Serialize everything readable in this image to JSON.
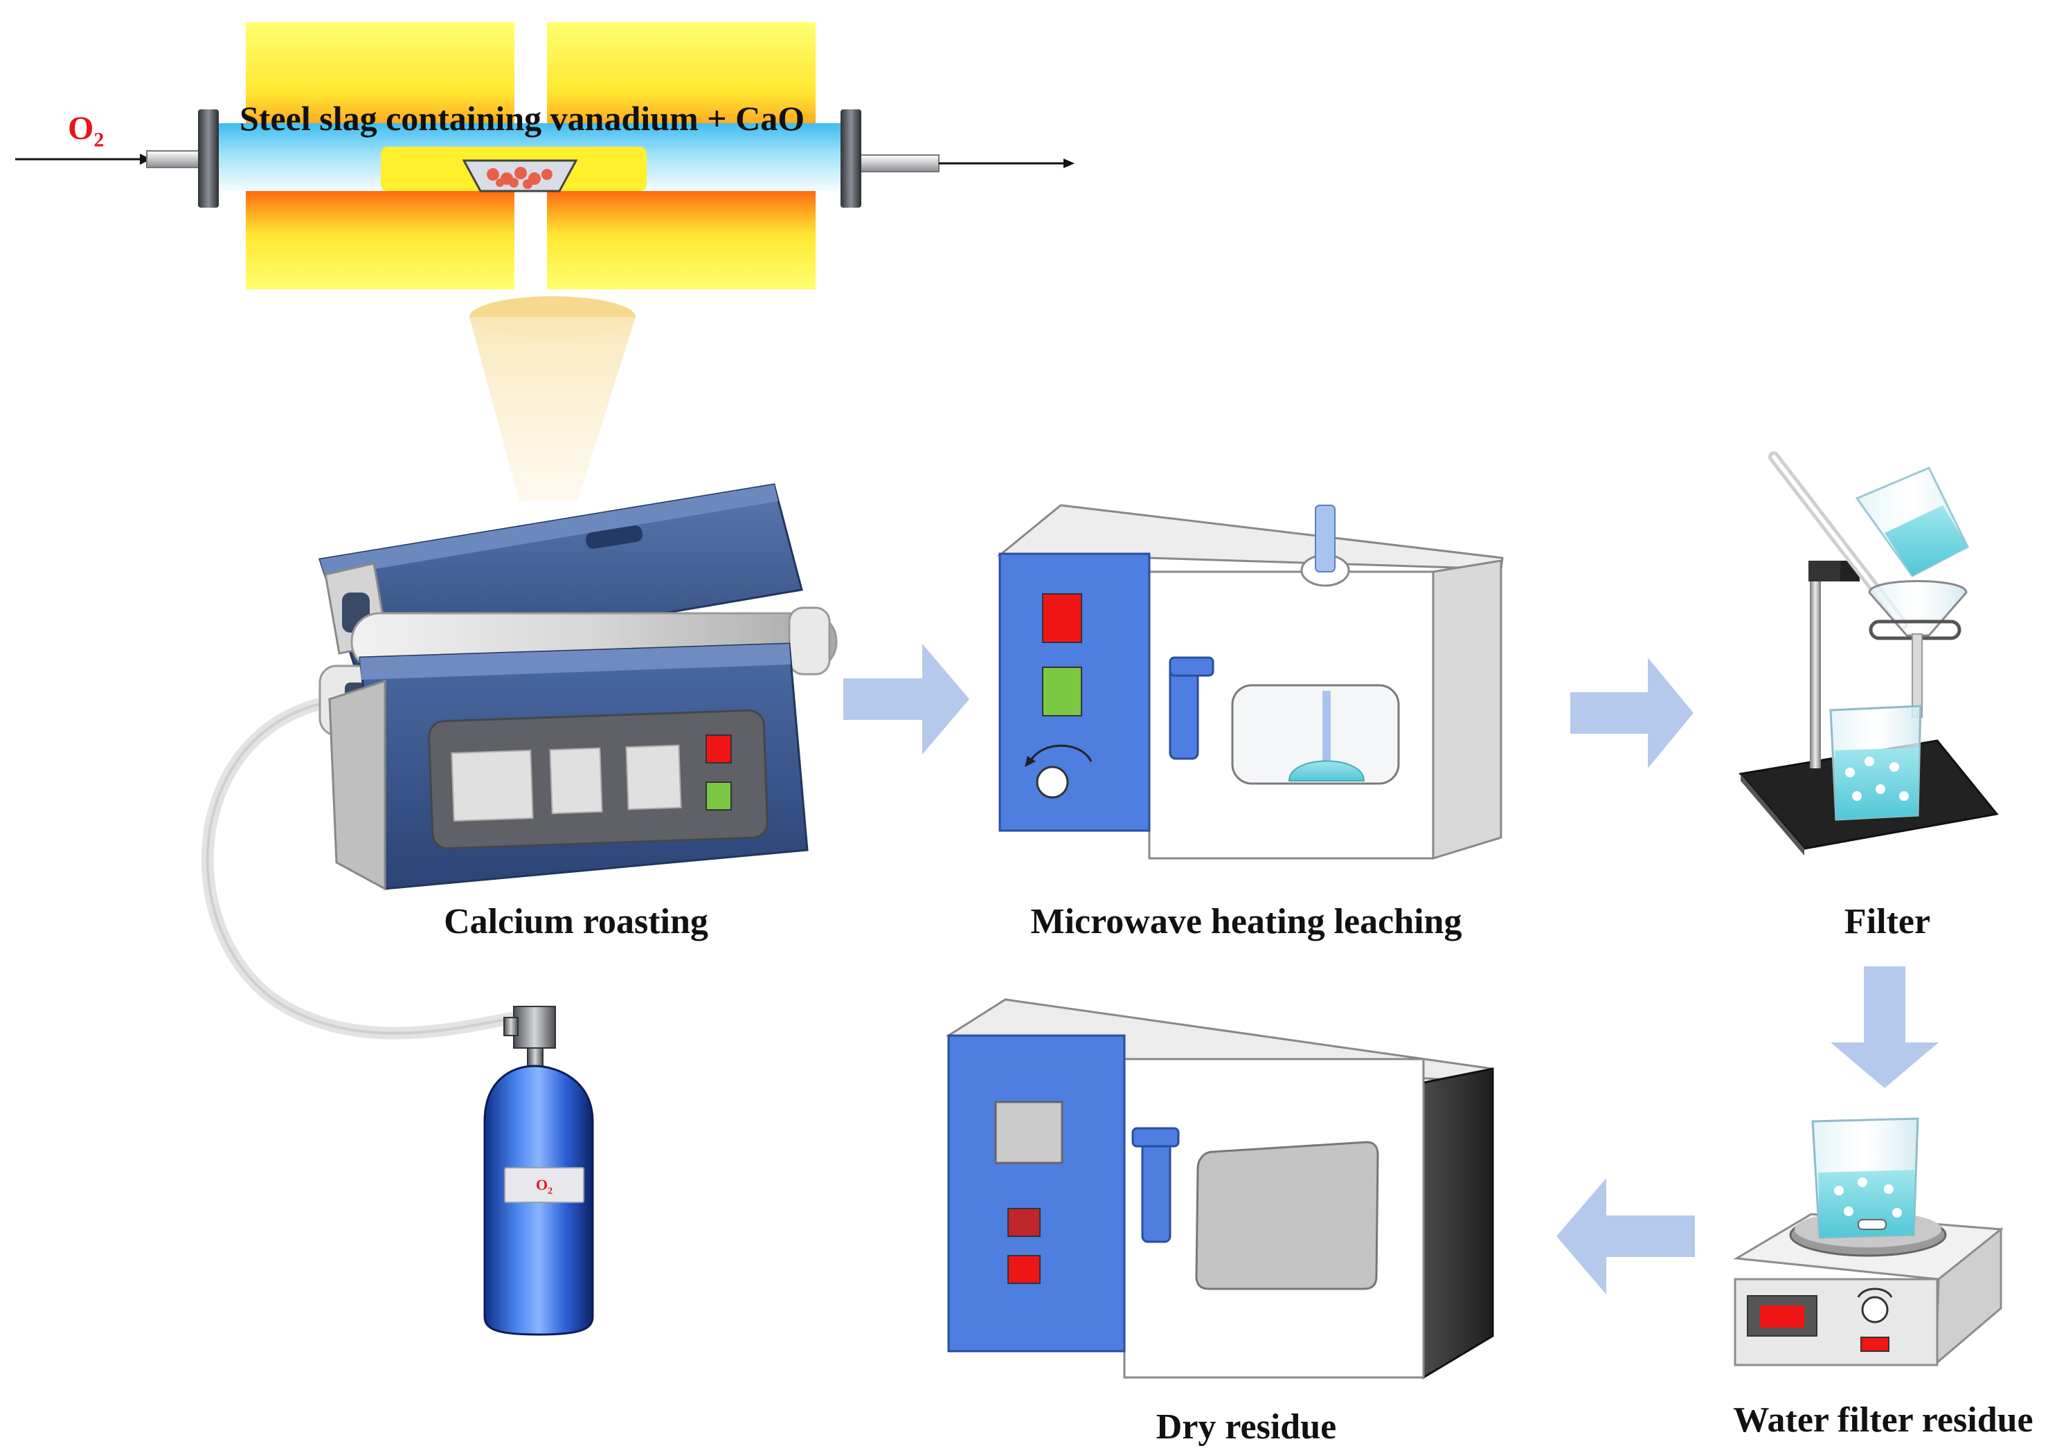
{
  "diagram": {
    "tube_furnace_title": "Steel slag containing vanadium + CaO",
    "oxygen_inlet_label": {
      "main": "O",
      "sub": "2"
    },
    "cylinder_tag": {
      "main": "O",
      "sub": "2"
    },
    "steps": {
      "calcium_roasting": "Calcium roasting",
      "microwave_leaching": "Microwave heating leaching",
      "filter": "Filter",
      "water_filter_residue": "Water filter residue",
      "dry_residue": "Dry residue"
    },
    "colors": {
      "furnace_body": "#3f5f94",
      "furnace_hot": "#ffff55",
      "furnace_edge": "#ff7a10",
      "tube_blue": "#5ec8f2",
      "flow_arrow": "#b5c9ec",
      "panel_blue": "#4d7ee0",
      "indicator_red": "#ef1515",
      "indicator_green": "#7bc842",
      "cylinder_blue": "#2c5fd6",
      "o2_text": "#e8141b"
    }
  }
}
